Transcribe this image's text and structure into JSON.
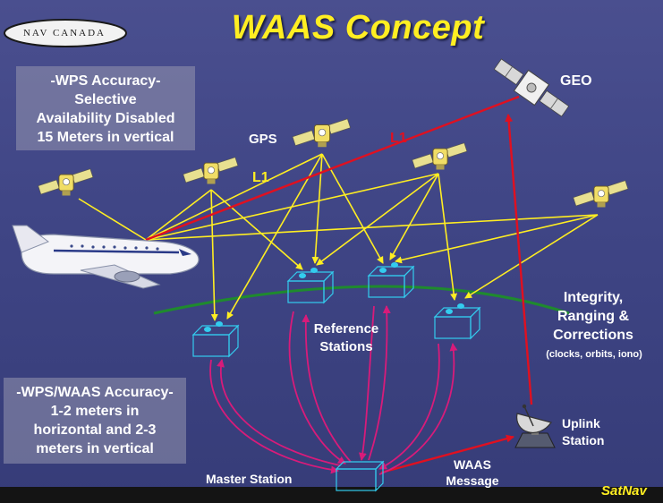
{
  "title": "WAAS Concept",
  "logo": {
    "text": "NAV CANADA"
  },
  "wps_accuracy": {
    "lines": [
      "-WPS Accuracy-",
      "Selective",
      "Availability Disabled",
      "15 Meters in vertical"
    ]
  },
  "waas_accuracy": {
    "lines": [
      "-WPS/WAAS Accuracy-",
      "1-2 meters in",
      "horizontal and 2-3",
      "meters in vertical"
    ]
  },
  "labels": {
    "gps": "GPS",
    "geo": "GEO",
    "l1_yellow": "L1",
    "l1_red": "L1",
    "reference_stations": [
      "Reference",
      "Stations"
    ],
    "master_station": "Master Station",
    "waas_message": [
      "WAAS",
      "Message"
    ],
    "uplink_station": [
      "Uplink",
      "Station"
    ],
    "integrity": [
      "Integrity,",
      "Ranging &",
      "Corrections"
    ],
    "integrity_detail": "(clocks, orbits, iono)",
    "satnav": "SatNav"
  },
  "colors": {
    "background": "#3f4585",
    "title": "#ffee22",
    "gps_signal": "#ffee22",
    "geo_signal": "#e01020",
    "ground_link": "#d81b7a",
    "station_outline": "#33ccee",
    "earth_curve": "#1f8a2e"
  }
}
